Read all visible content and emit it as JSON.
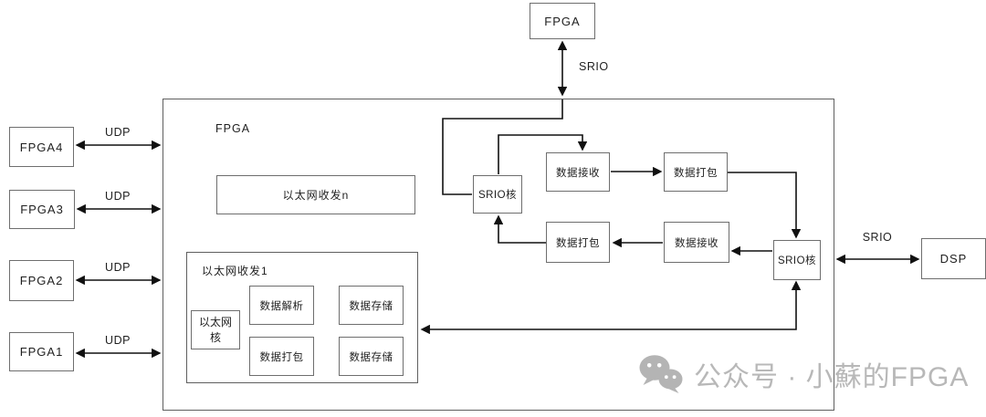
{
  "nodes": {
    "fpga_top": "FPGA",
    "fpga4": "FPGA4",
    "fpga3": "FPGA3",
    "fpga2": "FPGA2",
    "fpga1": "FPGA1",
    "dsp": "DSP",
    "main_fpga": "FPGA",
    "eth_n": "以太网收发n",
    "eth_1": "以太网收发1",
    "eth_core": "以太网核",
    "data_parse": "数据解析",
    "data_store_top": "数据存储",
    "data_pack_inner": "数据打包",
    "data_store_bottom": "数据存储",
    "srio_core_left": "SRIO核",
    "data_recv_top": "数据接收",
    "data_pack_top": "数据打包",
    "data_pack_bottom": "数据打包",
    "data_recv_bottom": "数据接收",
    "srio_core_right": "SRIO核"
  },
  "edge_labels": {
    "srio_top": "SRIO",
    "srio_dsp": "SRIO",
    "udp_fpga4": "UDP",
    "udp_fpga3": "UDP",
    "udp_fpga2": "UDP",
    "udp_fpga1": "UDP"
  },
  "watermark": {
    "icon": "wechat-icon",
    "text": "公众号 · 小蘇的FPGA"
  },
  "colors": {
    "line": "#111111",
    "box_border": "#6e6e6e",
    "text": "#1f1f1f",
    "watermark": "#b8b8b8",
    "background": "#ffffff"
  }
}
